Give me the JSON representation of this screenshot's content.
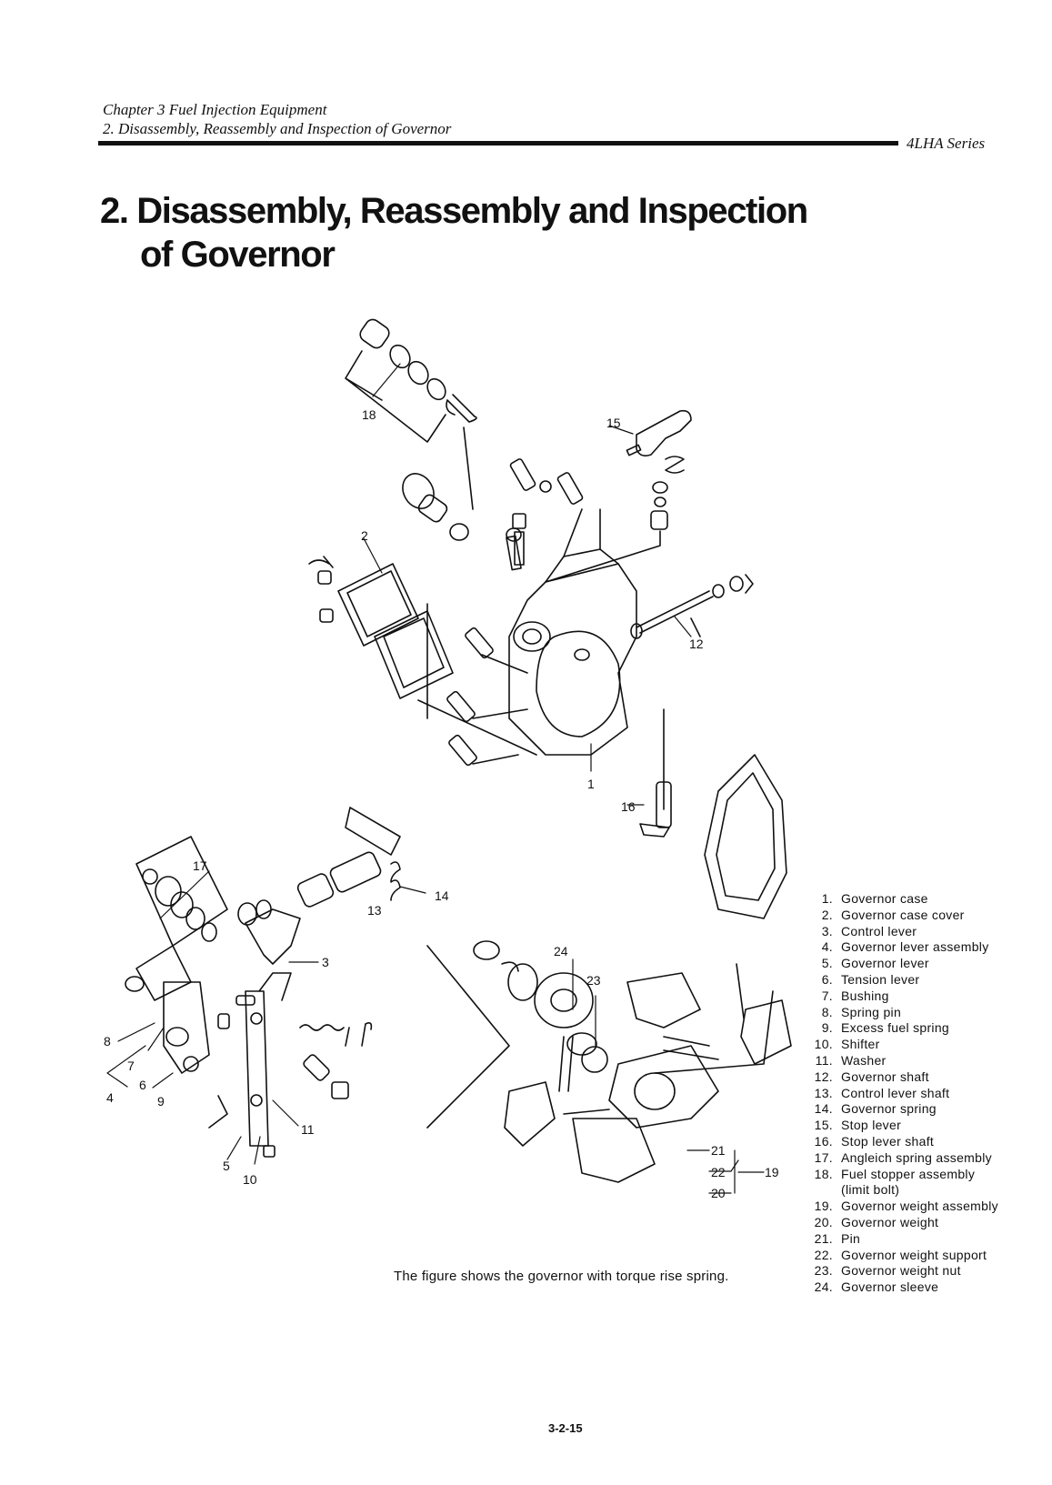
{
  "header": {
    "chapter": "Chapter 3 Fuel Injection Equipment",
    "section": "2. Disassembly,  Reassembly and Inspection of Governor",
    "series": "4LHA Series"
  },
  "title": {
    "line1": "2. Disassembly, Reassembly and Inspection",
    "line2": "of Governor"
  },
  "figure": {
    "callouts": [
      "1",
      "2",
      "3",
      "4",
      "5",
      "6",
      "7",
      "8",
      "9",
      "10",
      "11",
      "12",
      "13",
      "14",
      "15",
      "16",
      "17",
      "18",
      "19",
      "20",
      "21",
      "22",
      "23",
      "24"
    ]
  },
  "legend": [
    {
      "num": "1.",
      "text": "Governor case"
    },
    {
      "num": "2.",
      "text": "Governor case cover"
    },
    {
      "num": "3.",
      "text": "Control lever"
    },
    {
      "num": "4.",
      "text": "Governor lever assembly"
    },
    {
      "num": "5.",
      "text": "Governor lever"
    },
    {
      "num": "6.",
      "text": "Tension lever"
    },
    {
      "num": "7.",
      "text": "Bushing"
    },
    {
      "num": "8.",
      "text": "Spring pin"
    },
    {
      "num": "9.",
      "text": "Excess fuel spring"
    },
    {
      "num": "10.",
      "text": "Shifter"
    },
    {
      "num": "11.",
      "text": "Washer"
    },
    {
      "num": "12.",
      "text": "Governor shaft"
    },
    {
      "num": "13.",
      "text": "Control lever shaft"
    },
    {
      "num": "14.",
      "text": "Governor spring"
    },
    {
      "num": "15.",
      "text": "Stop lever"
    },
    {
      "num": "16.",
      "text": "Stop lever shaft"
    },
    {
      "num": "17.",
      "text": "Angleich spring assembly"
    },
    {
      "num": "18.",
      "text": "Fuel stopper assembly",
      "text2": "(limit bolt)"
    },
    {
      "num": "19.",
      "text": "Governor weight assembly"
    },
    {
      "num": "20.",
      "text": "Governor weight"
    },
    {
      "num": "21.",
      "text": "Pin"
    },
    {
      "num": "22.",
      "text": "Governor weight support"
    },
    {
      "num": "23.",
      "text": "Governor weight nut"
    },
    {
      "num": "24.",
      "text": "Governor sleeve"
    }
  ],
  "caption": "The figure shows the governor with torque rise spring.",
  "page_number": "3-2-15"
}
